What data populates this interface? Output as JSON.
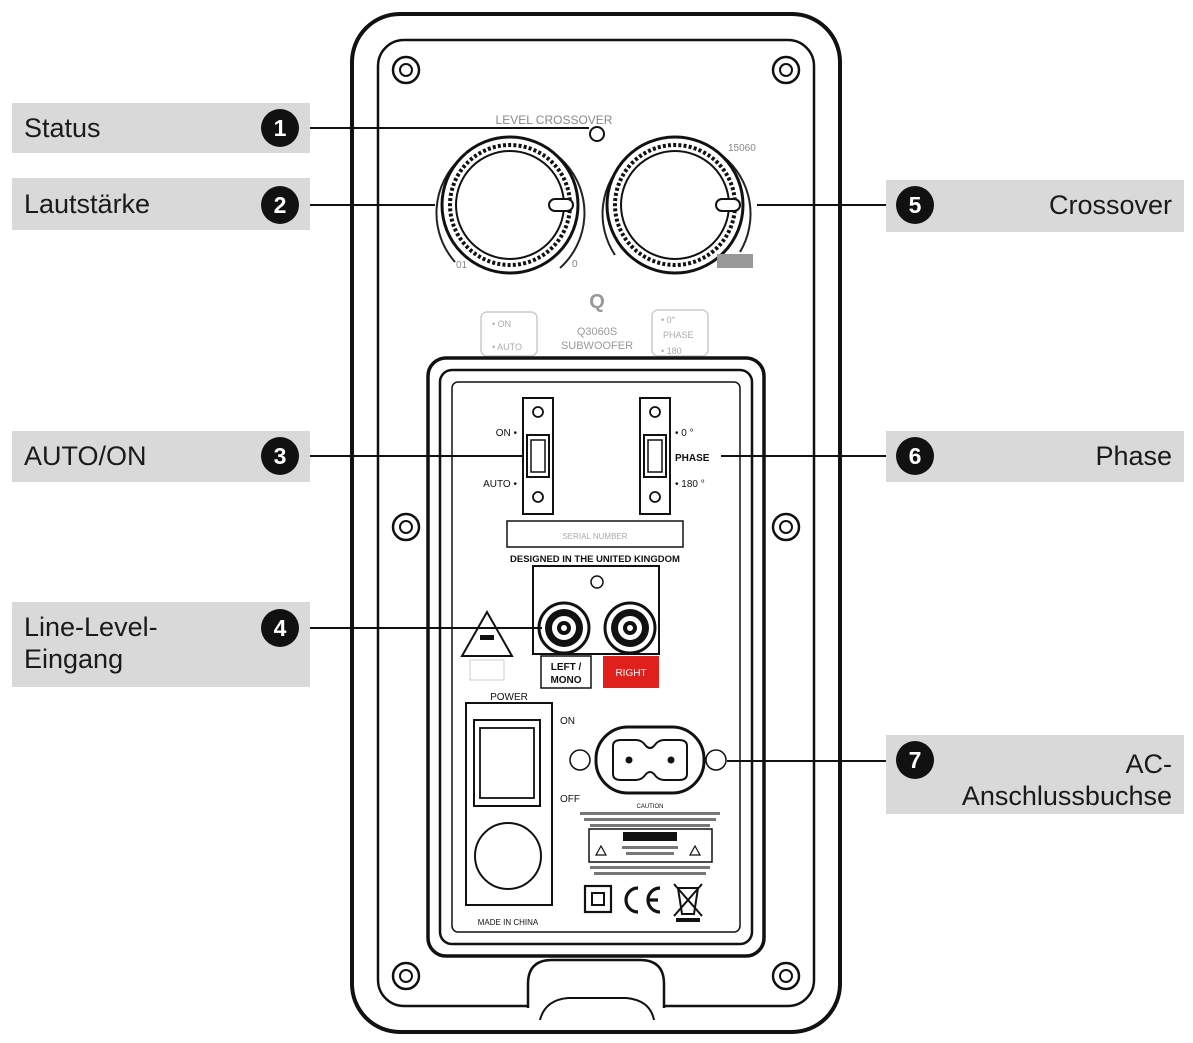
{
  "callouts": [
    {
      "number": "1",
      "label": [
        "Status"
      ]
    },
    {
      "number": "2",
      "label": [
        "Lautstärke"
      ]
    },
    {
      "number": "3",
      "label": [
        "AUTO/ON"
      ]
    },
    {
      "number": "4",
      "label": [
        "Line-Level-",
        "Eingang"
      ]
    },
    {
      "number": "5",
      "label": [
        "Crossover"
      ]
    },
    {
      "number": "6",
      "label": [
        "Phase"
      ]
    },
    {
      "number": "7",
      "label": [
        "AC-",
        "Anschlussbuchse"
      ]
    }
  ],
  "panel": {
    "top_label": "LEVEL CROSSOVER",
    "level_min": "01",
    "level_max": "0",
    "crossover_max": "15060",
    "model_line1": "Q3060S",
    "model_line2": "SUBWOOFER",
    "logo": "Q",
    "mode_on": "• ON",
    "mode_auto": "• AUTO",
    "phase_0_top": "• 0°",
    "phase_top": "PHASE",
    "phase_180_top": "• 180",
    "switch_on": "ON •",
    "switch_auto": "AUTO •",
    "phase_0": "• 0 °",
    "phase_label": "PHASE",
    "phase_180": "• 180 °",
    "serial": "SERIAL NUMBER",
    "designed": "DESIGNED IN THE UNITED KINGDOM",
    "input_left_1": "LEFT /",
    "input_left_2": "MONO",
    "input_right": "RIGHT",
    "power": "POWER",
    "power_on": "ON",
    "power_off": "OFF",
    "caution": "CAUTION",
    "made_in": "MADE IN CHINA"
  },
  "colors": {
    "badge": "#111111",
    "label_bg": "#d9d9d9",
    "right_input": "#e0201c"
  }
}
